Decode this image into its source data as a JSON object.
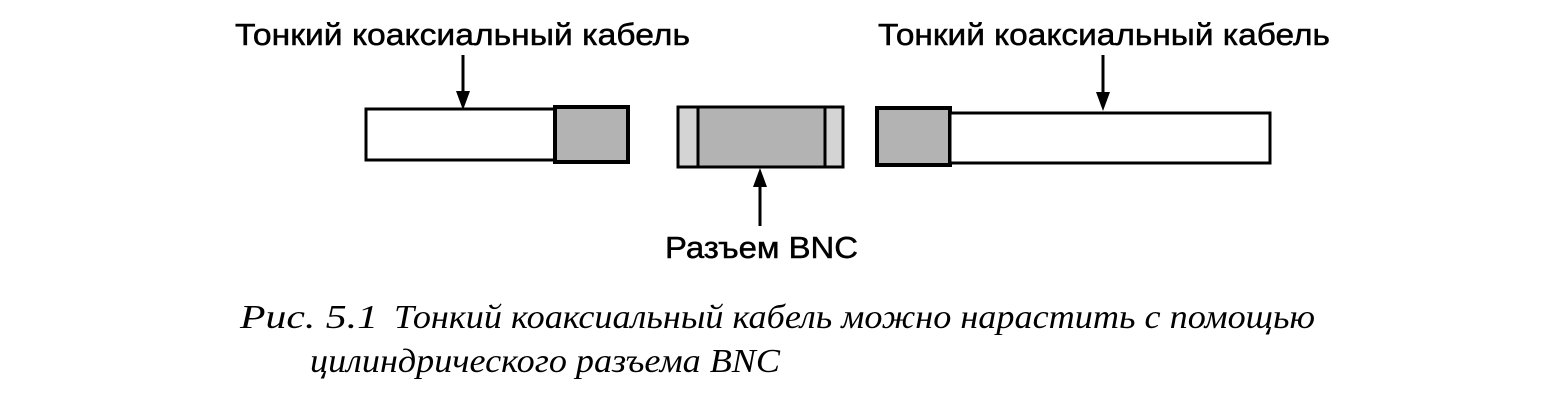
{
  "labels": {
    "left_cable": "Тонкий коаксиальный кабель",
    "right_cable": "Тонкий коаксиальный кабель",
    "connector": "Разъем BNC"
  },
  "caption": {
    "number": "Рис. 5.1",
    "line1": "Тонкий коаксиальный кабель можно нарастить с помощью",
    "line2": "цилиндрического разъема BNC"
  },
  "colors": {
    "background": "#ffffff",
    "stroke": "#000000",
    "shade": "#b3b3b3",
    "shade_light": "#d4d4d4",
    "cable_body": "#ffffff"
  }
}
